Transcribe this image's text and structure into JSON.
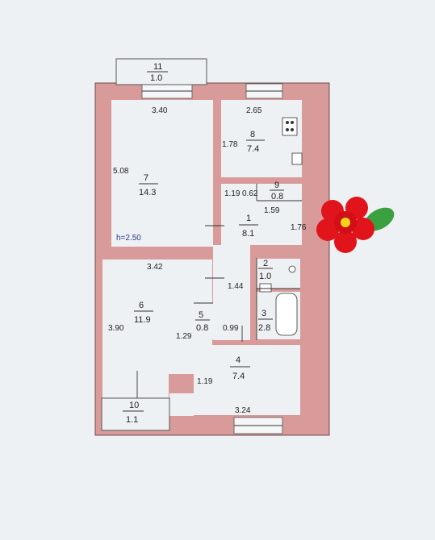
{
  "plan": {
    "balcony_top": {
      "num": "11",
      "area": "1.0"
    },
    "balcony_bottom": {
      "num": "10",
      "area": "1.1"
    },
    "rooms": [
      {
        "id": "r7",
        "num": "7",
        "area": "14.3"
      },
      {
        "id": "r8",
        "num": "8",
        "area": "7.4"
      },
      {
        "id": "r9",
        "num": "9",
        "area": "0.8"
      },
      {
        "id": "r1",
        "num": "1",
        "area": "8.1"
      },
      {
        "id": "r6",
        "num": "6",
        "area": "11.9"
      },
      {
        "id": "r5",
        "num": "5",
        "area": "0.8"
      },
      {
        "id": "r2",
        "num": "2",
        "area": "1.0"
      },
      {
        "id": "r3",
        "num": "3",
        "area": "2.8"
      },
      {
        "id": "r4",
        "num": "4",
        "area": "7.4"
      }
    ],
    "dims": {
      "top_left": "3.40",
      "top_right": "2.65",
      "left_7": "5.08",
      "right_8": "1.78",
      "d_119": "1.19",
      "d_062": "0.62",
      "d_159": "1.59",
      "d_176": "1.76",
      "height": "h=2.50",
      "mid_6": "3.42",
      "left_6": "3.90",
      "d_144": "1.44",
      "d_129": "1.29",
      "d_099": "0.99",
      "left_4": "1.19",
      "bottom_4": "3.24"
    }
  },
  "colors": {
    "wall": "#d99a9a",
    "paper": "#eef1f3",
    "flower": "#e0141a",
    "leaf": "#3aa040"
  }
}
